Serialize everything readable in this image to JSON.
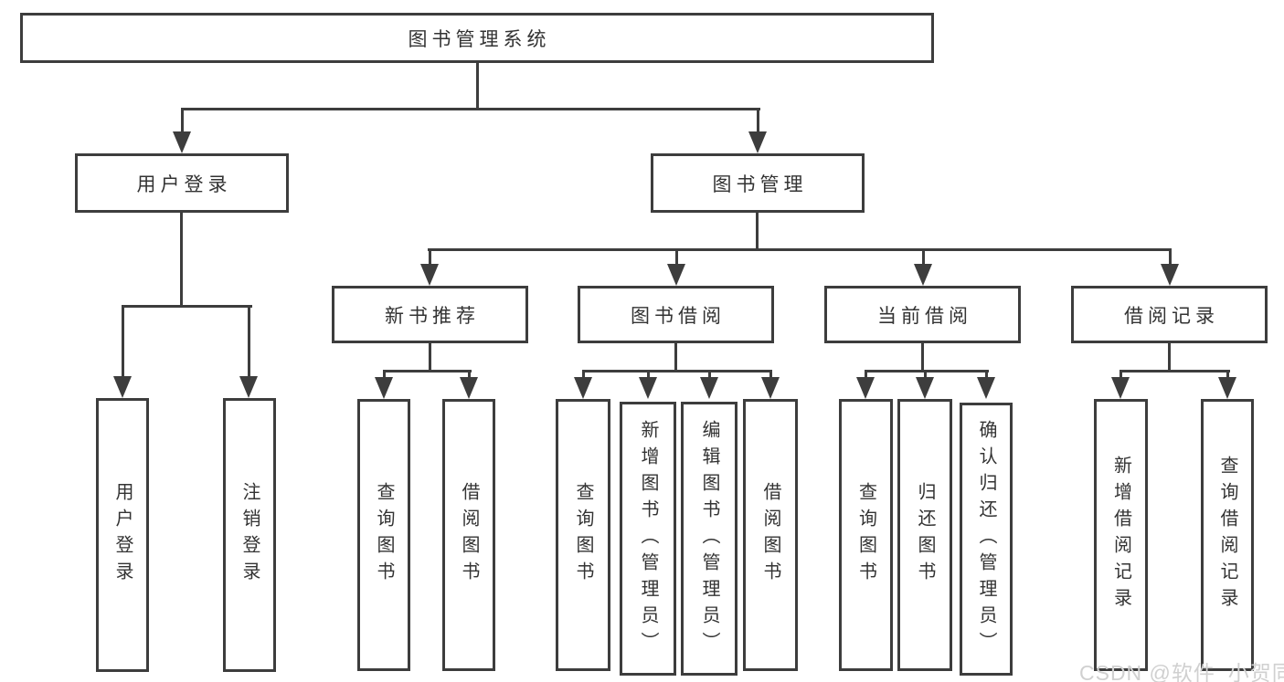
{
  "tree": {
    "label": "图书管理系统",
    "children": [
      {
        "label": "用户登录",
        "children": [
          {
            "label": "用户登录"
          },
          {
            "label": "注销登录"
          }
        ]
      },
      {
        "label": "图书管理",
        "children": [
          {
            "label": "新书推荐",
            "children": [
              {
                "label": "查询图书"
              },
              {
                "label": "借阅图书"
              }
            ]
          },
          {
            "label": "图书借阅",
            "children": [
              {
                "label": "查询图书"
              },
              {
                "label": "新增图书（管理员）"
              },
              {
                "label": "编辑图书（管理员）"
              },
              {
                "label": "借阅图书"
              }
            ]
          },
          {
            "label": "当前借阅",
            "children": [
              {
                "label": "查询图书"
              },
              {
                "label": "归还图书"
              },
              {
                "label": "确认归还（管理员）"
              }
            ]
          },
          {
            "label": "借阅记录",
            "children": [
              {
                "label": "新增借阅记录"
              },
              {
                "label": "查询借阅记录"
              }
            ]
          }
        ]
      }
    ]
  },
  "watermark": {
    "text": "CSDN @软件_小贺同学"
  },
  "colors": {
    "line": "#3d3d3d",
    "text": "#333333",
    "watermark": "#d0d0d0",
    "background": "#ffffff"
  }
}
